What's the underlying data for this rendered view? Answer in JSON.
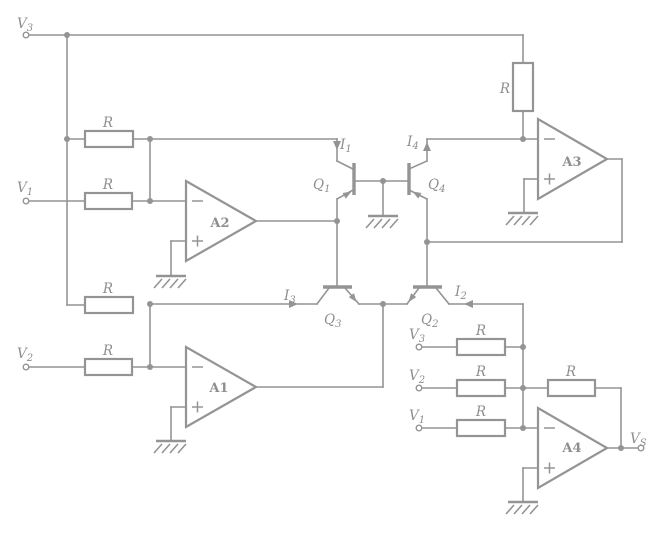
{
  "colors": {
    "line": "#949494",
    "text": "#8e8e8e",
    "background": "#ffffff"
  },
  "resistor_label": "R",
  "opamps": {
    "a1": "A1",
    "a2": "A2",
    "a3": "A3",
    "a4": "A4"
  },
  "transistors": {
    "q1": {
      "main": "Q",
      "sub": "1"
    },
    "q2": {
      "main": "Q",
      "sub": "2"
    },
    "q3": {
      "main": "Q",
      "sub": "3"
    },
    "q4": {
      "main": "Q",
      "sub": "4"
    }
  },
  "currents": {
    "i1": {
      "main": "I",
      "sub": "1"
    },
    "i2": {
      "main": "I",
      "sub": "2"
    },
    "i3": {
      "main": "I",
      "sub": "3"
    },
    "i4": {
      "main": "I",
      "sub": "4"
    }
  },
  "sources": {
    "v1": {
      "main": "V",
      "sub": "1"
    },
    "v2": {
      "main": "V",
      "sub": "2"
    },
    "v3": {
      "main": "V",
      "sub": "3"
    }
  },
  "output": {
    "vs": {
      "main": "V",
      "sub": "S"
    }
  }
}
